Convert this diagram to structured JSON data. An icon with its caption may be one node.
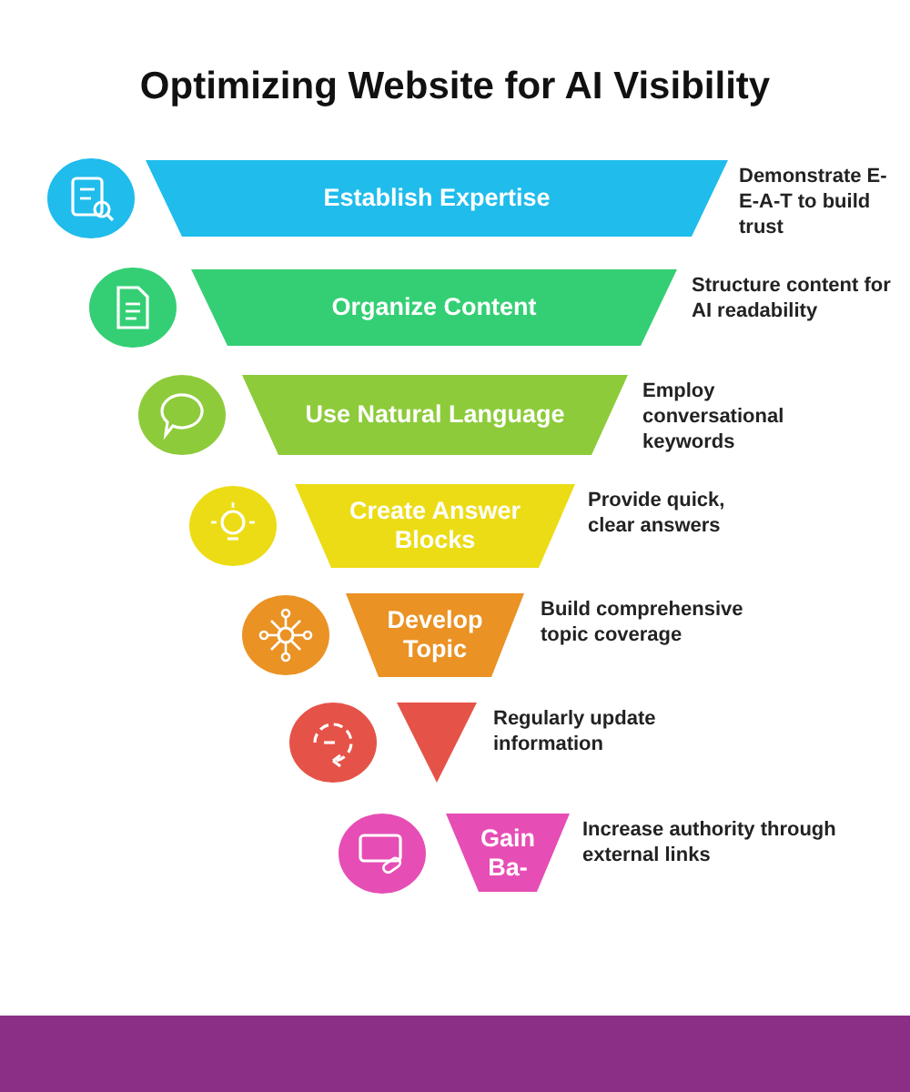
{
  "diagram": {
    "title": "Optimizing Website for AI Visibility",
    "nodes": [
      {
        "text": [
          "Establish Expertise"
        ],
        "beside": [
          "Demonstrate E-E-A-T to build trust"
        ]
      },
      {
        "text": [
          "Organize Content"
        ],
        "beside": [
          "Structure content for AI readability"
        ]
      },
      {
        "text": [
          "Use Natural Language"
        ],
        "beside": [
          "Employ conversational keywords"
        ]
      },
      {
        "text": [
          "Create Answer Blocks"
        ],
        "beside": [
          "Provide quick, clear answers"
        ]
      },
      {
        "text": [
          "Develop Topic"
        ],
        "beside": [
          "Build comprehensive topic coverage"
        ]
      },
      {
        "text": [],
        "shape": "triangle",
        "beside": [
          "Regularly update information"
        ]
      },
      {
        "text": [
          "Gain Ba-"
        ],
        "beside": [
          "Increase authority through external  links"
        ]
      }
    ],
    "edges": []
  }
}
